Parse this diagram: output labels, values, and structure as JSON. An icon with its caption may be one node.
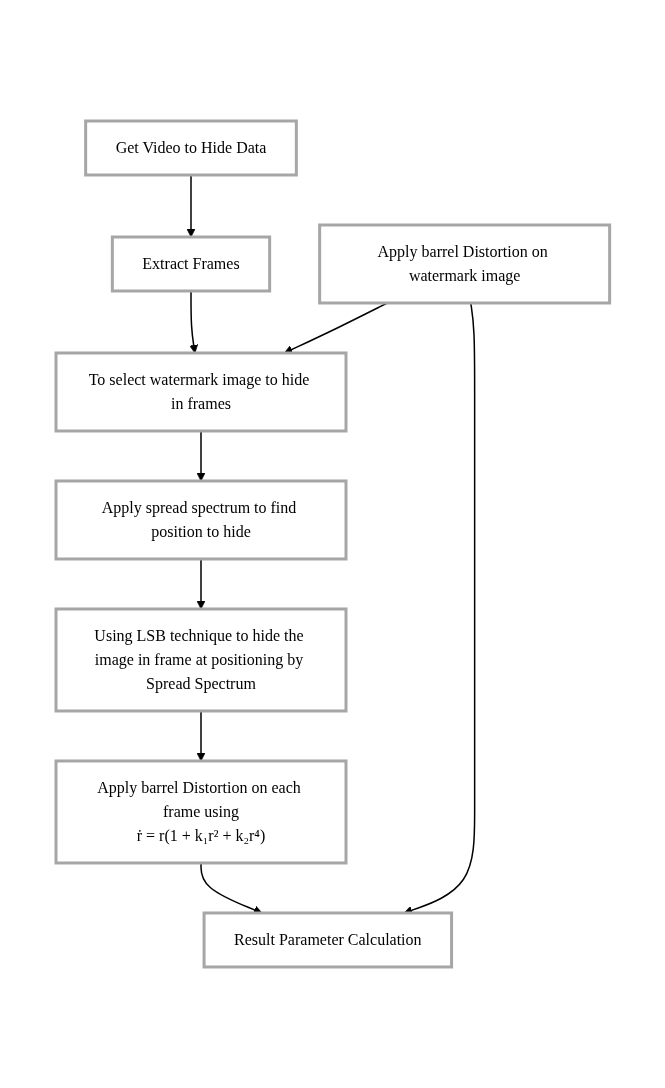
{
  "diagram": {
    "nodes": [
      {
        "text": [
          "Get Video to Hide Data"
        ]
      },
      {
        "text": [
          "Extract Frames"
        ]
      },
      {
        "text": [
          "To select watermark image to hide in frames"
        ]
      },
      {
        "text": [
          "Apply spread spectrum to find position to hide"
        ]
      },
      {
        "text": [
          "Using LSB technique to hide the image in frame at positioning by Spread Spectrum"
        ]
      },
      {
        "text": [
          "Apply barrel Distortion on each frame using",
          "ṙ = r(1 + k₁r² + k₂r⁴)"
        ]
      },
      {
        "text": [
          "Result Parameter Calculation"
        ]
      },
      {
        "text": [
          "Apply barrel Distortion on watermark image"
        ]
      }
    ],
    "edges": [
      {
        "from": 0,
        "to": 1,
        "arrow": "to"
      },
      {
        "from": 1,
        "to": 2,
        "arrow": "to"
      },
      {
        "from": 2,
        "to": 3,
        "arrow": "to"
      },
      {
        "from": 3,
        "to": 4,
        "arrow": "to"
      },
      {
        "from": 4,
        "to": 5,
        "arrow": "to"
      },
      {
        "from": 5,
        "to": 6,
        "arrow": "to"
      },
      {
        "from": 7,
        "to": 2,
        "arrow": "to"
      },
      {
        "from": 7,
        "to": 6,
        "arrow": "to"
      }
    ]
  }
}
